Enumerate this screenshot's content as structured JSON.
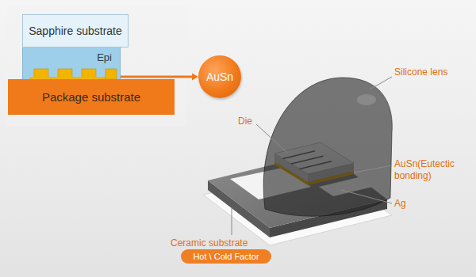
{
  "diagram": {
    "nodes": [
      {
        "text": [
          "Sapphire substrate"
        ]
      },
      {
        "text": [
          "Epi"
        ]
      },
      {
        "text": [
          "Package substrate"
        ]
      },
      {
        "text": [
          "AuSn"
        ]
      },
      {
        "text": [
          "Hot \\ Cold Factor"
        ]
      }
    ],
    "edges": [
      {
        "from": 1,
        "to": 3,
        "arrow": "to"
      }
    ],
    "labels": [
      "Silicone lens",
      "Die",
      "AuSn(Eutectic bonding)",
      "Ag",
      "Ceramic substrate"
    ]
  }
}
